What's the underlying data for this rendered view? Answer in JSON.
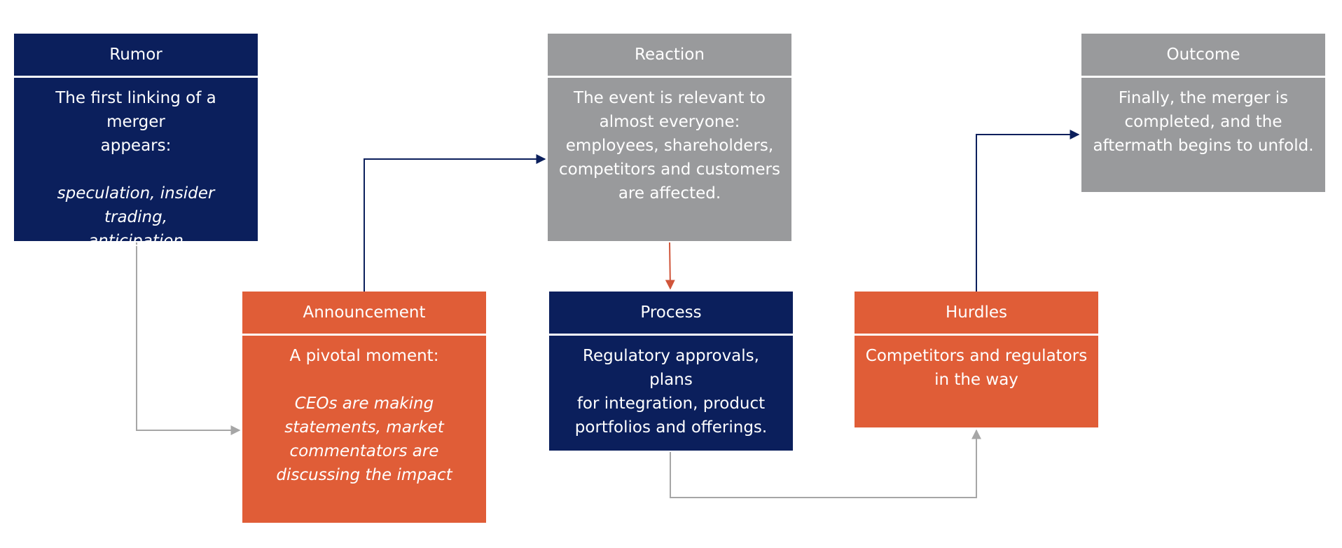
{
  "colors": {
    "navy": "#0b1f5c",
    "orange": "#e05d37",
    "grey": "#999a9c",
    "grey_line": "#a6a6a6",
    "arrow_red": "#d0553a"
  },
  "boxes": {
    "rumor": {
      "title": "Rumor",
      "lines": [
        "The first linking of a merger",
        "appears:"
      ],
      "italic": [
        "speculation, insider trading,",
        "anticipation"
      ]
    },
    "announcement": {
      "title": "Announcement",
      "lines": [
        "A pivotal moment:"
      ],
      "italic": [
        "CEOs are making",
        "statements, market",
        "commentators are",
        "discussing the impact"
      ]
    },
    "reaction": {
      "title": "Reaction",
      "lines": [
        "The event is relevant to",
        "almost everyone:",
        "employees, shareholders,",
        "competitors and customers",
        "are affected."
      ]
    },
    "process": {
      "title": "Process",
      "lines": [
        "Regulatory approvals, plans",
        "for integration, product",
        "portfolios and offerings."
      ]
    },
    "hurdles": {
      "title": "Hurdles",
      "lines": [
        "Competitors and regulators",
        "in the way"
      ]
    },
    "outcome": {
      "title": "Outcome",
      "lines": [
        "Finally, the merger is",
        "completed, and the",
        "aftermath begins to unfold."
      ]
    }
  },
  "connectors": [
    {
      "from": "rumor",
      "to": "announcement",
      "color": "grey_line"
    },
    {
      "from": "announcement",
      "to": "reaction",
      "color": "navy"
    },
    {
      "from": "reaction",
      "to": "process",
      "color": "arrow_red"
    },
    {
      "from": "process",
      "to": "hurdles",
      "color": "grey_line"
    },
    {
      "from": "hurdles",
      "to": "outcome",
      "color": "navy"
    }
  ]
}
